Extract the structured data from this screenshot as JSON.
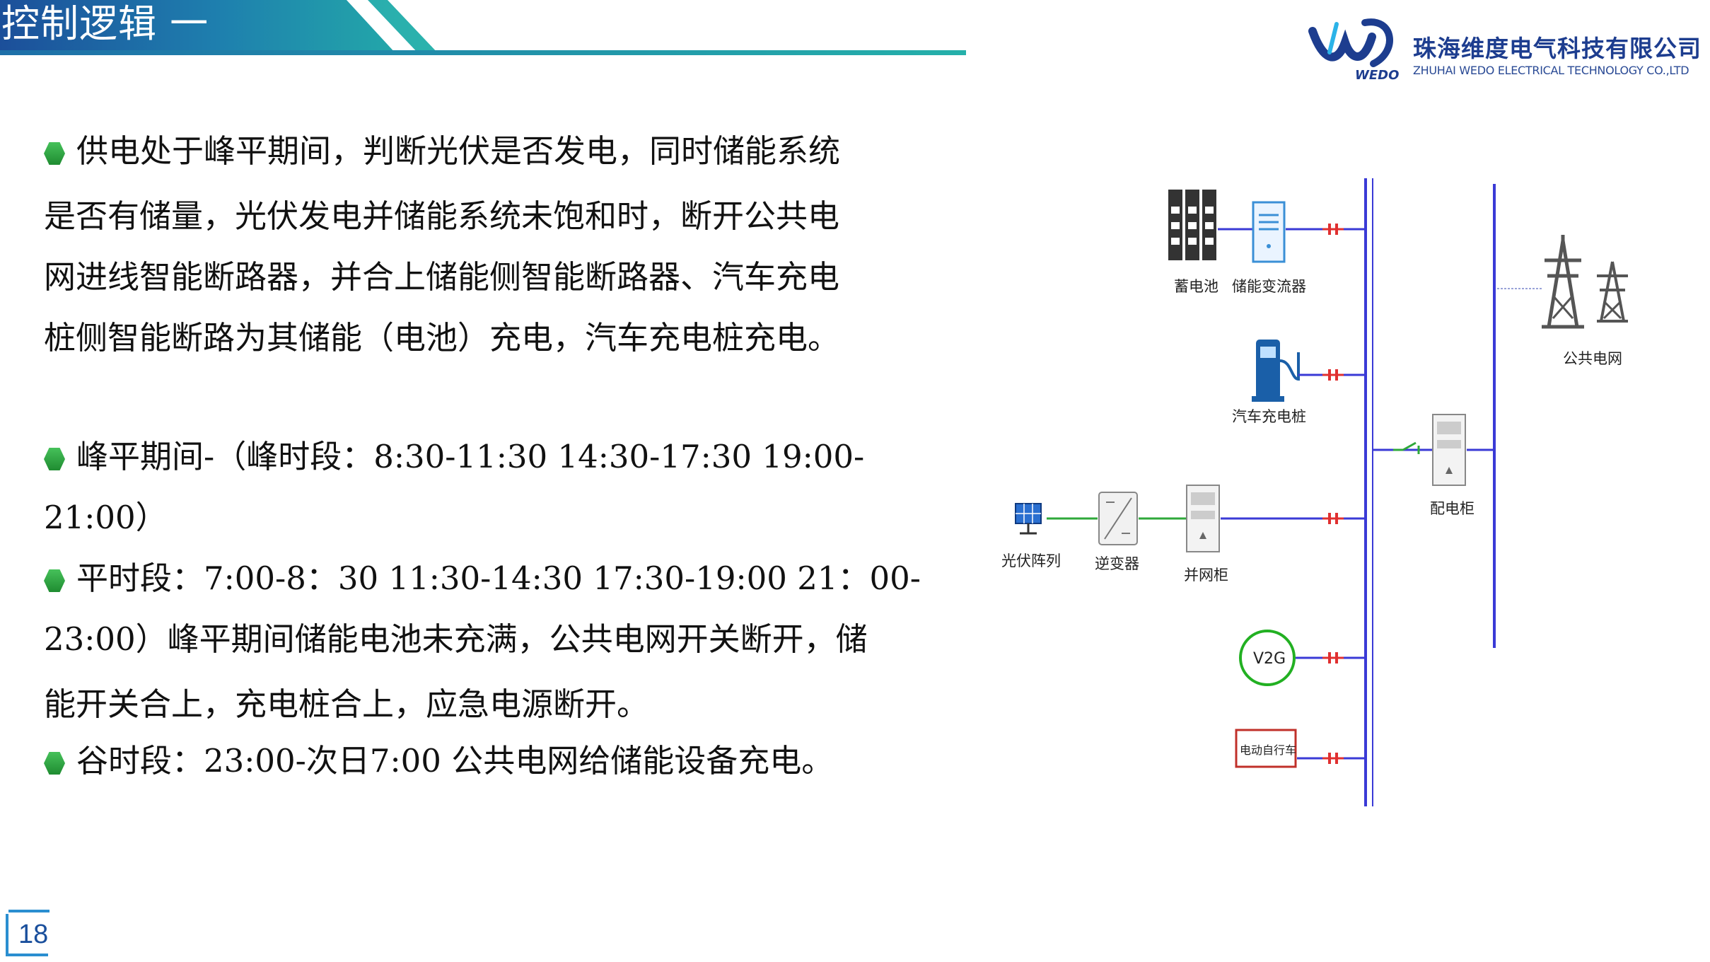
{
  "header": {
    "title": "控制逻辑 一"
  },
  "logo": {
    "brand_mark_text": "WEDO",
    "company_cn": "珠海维度电气科技有限公司",
    "company_en": "ZHUHAI WEDO ELECTRICAL TECHNOLOGY CO.,LTD"
  },
  "content": {
    "p1": [
      "供电处于峰平期间，判断光伏是否发电，同时储能系统",
      "是否有储量，光伏发电并储能系统未饱和时，断开公共电",
      "网进线智能断路器，并合上储能侧智能断路器、汽车充电",
      "桩侧智能断路为其储能（电池）充电，汽车充电桩充电。"
    ],
    "p2": [
      "峰平期间-（峰时段：8:30-11:30  14:30-17:30   19:00-",
      "21:00）"
    ],
    "p3": [
      "平时段：7:00-8：30  11:30-14:30  17:30-19:00  21：00-",
      "23:00）峰平期间储能电池未充满，公共电网开关断开，储",
      "能开关合上，充电桩合上，应急电源断开。"
    ],
    "p4": [
      "谷时段：23:00-次日7:00 公共电网给储能设备充电。"
    ]
  },
  "diagram": {
    "labels": {
      "battery": "蓄电池",
      "pcs": "储能变流器",
      "ev_charger": "汽车充电桩",
      "pv_array": "光伏阵列",
      "inverter": "逆变器",
      "grid_cabinet": "并网柜",
      "v2g": "V2G",
      "ebike": "电动自行车",
      "distribution_cabinet": "配电柜",
      "public_grid": "公共电网"
    },
    "colors": {
      "bus": "#3a3ad6",
      "breaker": "#e03030",
      "pv_link": "#2fa83a",
      "v2g_ring": "#22b022",
      "ebike_box": "#c0302a",
      "grid_link": "#9aa3d8"
    }
  },
  "footer": {
    "page_number": "18"
  }
}
